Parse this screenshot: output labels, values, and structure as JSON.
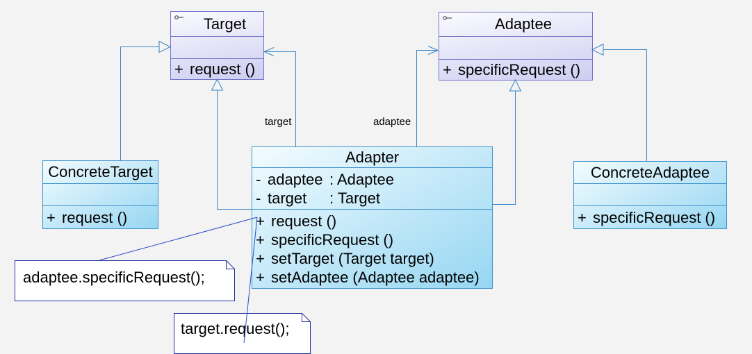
{
  "diagram": {
    "classes": {
      "target": {
        "name": "Target",
        "icon": "interface-icon",
        "operations": [
          {
            "visibility": "+",
            "signature": "request ()"
          }
        ]
      },
      "adaptee": {
        "name": "Adaptee",
        "icon": "interface-icon",
        "operations": [
          {
            "visibility": "+",
            "signature": "specificRequest ()"
          }
        ]
      },
      "concrete_target": {
        "name": "ConcreteTarget",
        "operations": [
          {
            "visibility": "+",
            "signature": "request ()"
          }
        ]
      },
      "adapter": {
        "name": "Adapter",
        "attributes": [
          {
            "visibility": "-",
            "name": "adaptee",
            "type": ": Adaptee"
          },
          {
            "visibility": "-",
            "name": "target",
            "type": ": Target"
          }
        ],
        "operations": [
          {
            "visibility": "+",
            "signature": "request ()"
          },
          {
            "visibility": "+",
            "signature": "specificRequest ()"
          },
          {
            "visibility": "+",
            "signature": "setTarget (Target target)"
          },
          {
            "visibility": "+",
            "signature": "setAdaptee (Adaptee adaptee)"
          }
        ]
      },
      "concrete_adaptee": {
        "name": "ConcreteAdaptee",
        "operations": [
          {
            "visibility": "+",
            "signature": "specificRequest ()"
          }
        ]
      }
    },
    "association_labels": {
      "target": "target",
      "adaptee": "adaptee"
    },
    "notes": [
      {
        "text": "adaptee.specificRequest();"
      },
      {
        "text": "target.request();"
      }
    ]
  },
  "colors": {
    "background": "#f3f3f3",
    "interface_fill": "#cdcdf2",
    "interface_border": "#7373c8",
    "class_fill": "#96d6f2",
    "class_border": "#3f92cc",
    "connector": "#3a84c6",
    "note_border": "#1f2d9c",
    "note_link": "#2b49cc"
  }
}
